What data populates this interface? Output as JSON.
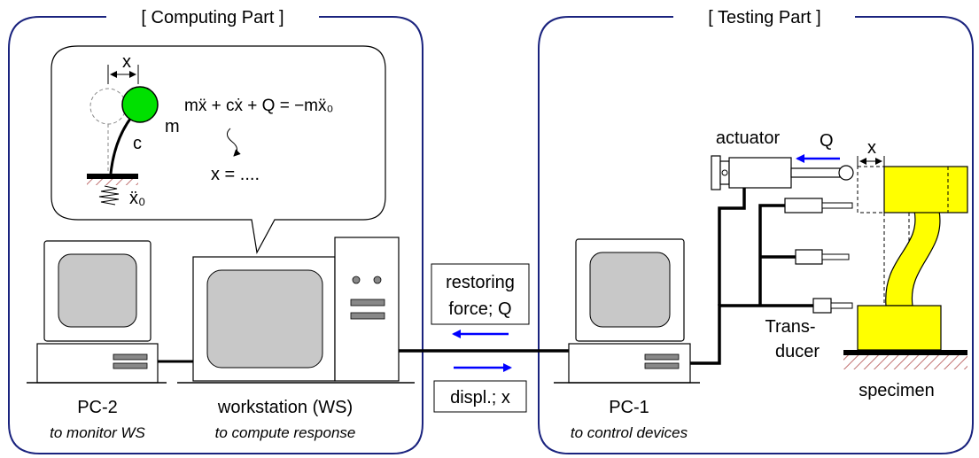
{
  "panels": {
    "computing_title": "[ Computing Part ]",
    "testing_title": "[ Testing Part ]"
  },
  "model": {
    "x_label": "x",
    "m_label": "m",
    "c_label": "c",
    "ground_accel": "ẍ₀",
    "equation": "mẍ + cẋ + Q = −mẍ₀",
    "solution": "x = ...."
  },
  "signals": {
    "restoring_line1": "restoring",
    "restoring_line2": "force; Q",
    "displ": "displ.; x"
  },
  "computers": {
    "pc2_name": "PC-2",
    "pc2_role": "to monitor WS",
    "ws_name": "workstation (WS)",
    "ws_role": "to compute response",
    "pc1_name": "PC-1",
    "pc1_role": "to control devices"
  },
  "testing": {
    "actuator": "actuator",
    "q_label": "Q",
    "x_label": "x",
    "transducer_line1": "Trans-",
    "transducer_line2": "ducer",
    "specimen": "specimen"
  },
  "colors": {
    "frame": "#1a237e",
    "mass": "#00e000",
    "specimen": "#ffff00",
    "arrow": "#0000ff",
    "screen": "#c8c8c8"
  }
}
